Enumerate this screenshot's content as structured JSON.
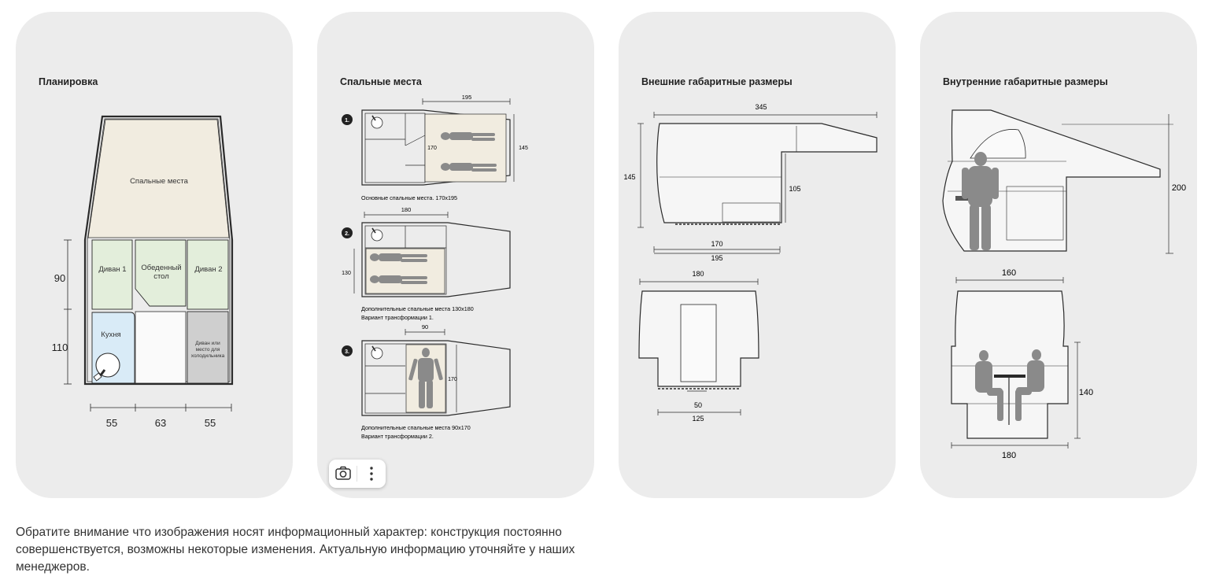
{
  "cards": [
    {
      "title": "Планировка",
      "zones": {
        "sleeping": "Спальные места",
        "sofa1": "Диван 1",
        "dining_l1": "Обеденный",
        "dining_l2": "стол",
        "sofa2": "Диван 2",
        "kitchen": "Кухня",
        "fridge_l1": "Диван или",
        "fridge_l2": "место для",
        "fridge_l3": "холодильника"
      },
      "dims": {
        "h1": "90",
        "h2": "110",
        "w1": "55",
        "w2": "63",
        "w3": "55"
      }
    },
    {
      "title": "Спальные места",
      "variants": [
        {
          "number": "1.",
          "dim_top": "195",
          "dim_inner": "170",
          "dim_side": "145",
          "caption_l1": "Основные спальные места. 170х195",
          "caption_l2": ""
        },
        {
          "number": "2.",
          "dim_top": "180",
          "dim_side": "130",
          "caption_l1": "Дополнительные спальные места 130х180",
          "caption_l2": "Вариант трансформации 1."
        },
        {
          "number": "3.",
          "dim_top": "90",
          "dim_side": "170",
          "caption_l1": "Дополнительные спальные места 90х170",
          "caption_l2": "Вариант трансформации 2."
        }
      ]
    },
    {
      "title": "Внешние габаритные размеры",
      "dims": {
        "total_length": "345",
        "height": "145",
        "box_height": "105",
        "len_170": "170",
        "len_195": "195",
        "width_180": "180",
        "width_50": "50",
        "width_125": "125"
      }
    },
    {
      "title": "Внутренние габаритные размеры",
      "dims": {
        "height_200": "200",
        "width_160": "160",
        "height_140": "140",
        "width_180": "180"
      }
    }
  ],
  "note": "Обратите внимание что изображения носят информационный характер: конструкция постоянно совершенствуется, возможны некоторые изменения. Актуальную информацию уточняйте у наших менеджеров.",
  "toolbar": {
    "icons": [
      "camera-search-icon",
      "more-vertical-icon"
    ]
  },
  "colors": {
    "card_bg": "#ececec",
    "sleep_fill": "#f1ece0",
    "sofa_fill": "#e3eedb",
    "kitchen_fill": "#d9ebf7",
    "fridge_fill": "#cfcfcf",
    "line": "#2a2a2a"
  }
}
